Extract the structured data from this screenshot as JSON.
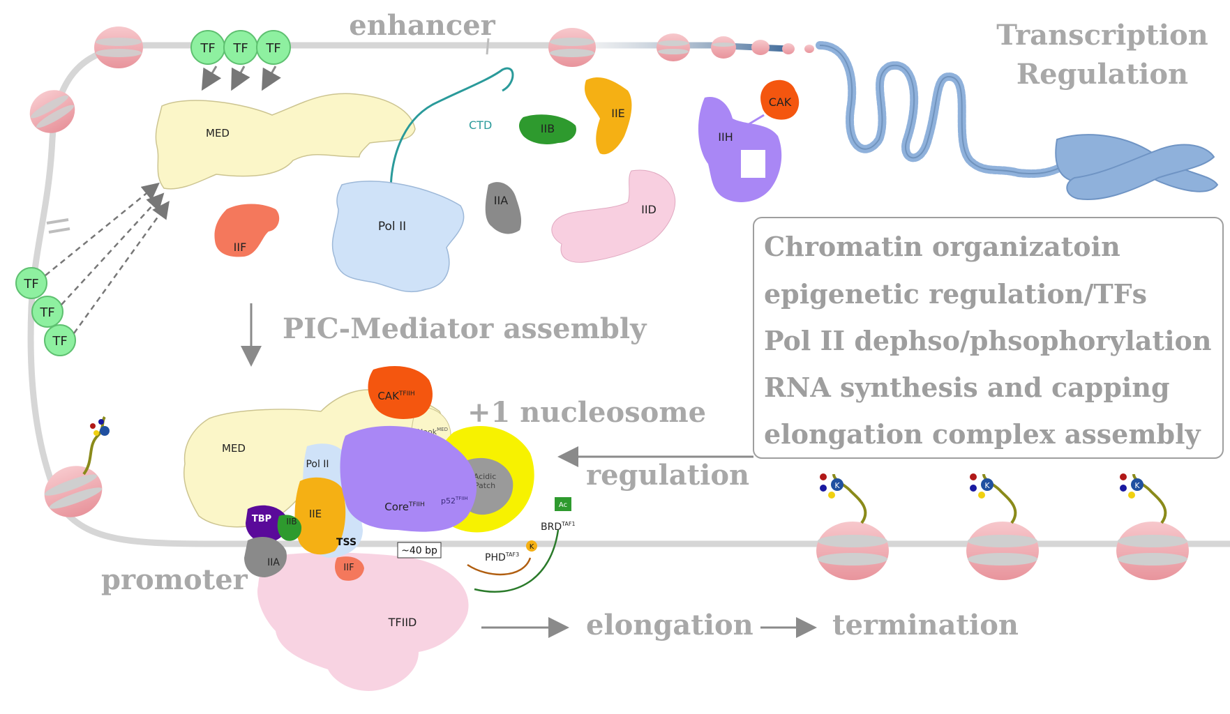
{
  "labels": {
    "enhancer": "enhancer",
    "promoter": "promoter",
    "pic_assembly": "PIC-Mediator assembly",
    "plus1_nucleosome": "+1 nucleosome",
    "regulation": "regulation",
    "elongation": "elongation",
    "termination": "termination",
    "title_line1": "Transcription",
    "title_line2": "Regulation",
    "ctd": "CTD",
    "tss": "TSS",
    "bp40": "~40 bp"
  },
  "info_panel": {
    "items": [
      "Chromatin organizatoin",
      "epigenetic regulation/TFs",
      "Pol II dephso/phsophorylation",
      "RNA synthesis and capping",
      "elongation complex assembly"
    ]
  },
  "tf_label": "TF",
  "components": {
    "med": "MED",
    "pol2": "Pol II",
    "iif": "IIF",
    "iib": "IIB",
    "iie": "IIE",
    "iia": "IIA",
    "iid": "IID",
    "iih": "IIH",
    "cak": "CAK"
  },
  "complex": {
    "med": "MED",
    "pol2": "Pol II",
    "tbp": "TBP",
    "iib": "IIB",
    "iie": "IIE",
    "iia": "IIA",
    "iif": "IIF",
    "tfiid": "TFIID",
    "cak_base": "CAK",
    "cak_sup": "TFIIH",
    "core_base": "Core",
    "core_sup": "TFIIH",
    "hook_base": "Hook",
    "hook_sup": "MED",
    "p52_base": "p52",
    "p52_sup": "TFIIH",
    "acidic1": "Acidic",
    "acidic2": "Patch",
    "phd_base": "PHD",
    "phd_sup": "TAF3",
    "brd_base": "BRD",
    "brd_sup": "TAF1",
    "k": "K",
    "ac": "Ac"
  },
  "colors": {
    "dna": "#d6d6d6",
    "tf": "#8ef0a0",
    "med": "#fbf6c8",
    "pol2": "#cfe2f8",
    "iif": "#f4785c",
    "iib": "#2e9a2e",
    "iie": "#f5b014",
    "iia": "#8a8a8a",
    "iid": "#f8cfe0",
    "iih": "#a987f5",
    "cak": "#f4560f",
    "nucleosome": "#f3b7bd",
    "chromatin": "#8fb1db",
    "tbp": "#5a0a9a",
    "acidic": "#f7f200"
  }
}
